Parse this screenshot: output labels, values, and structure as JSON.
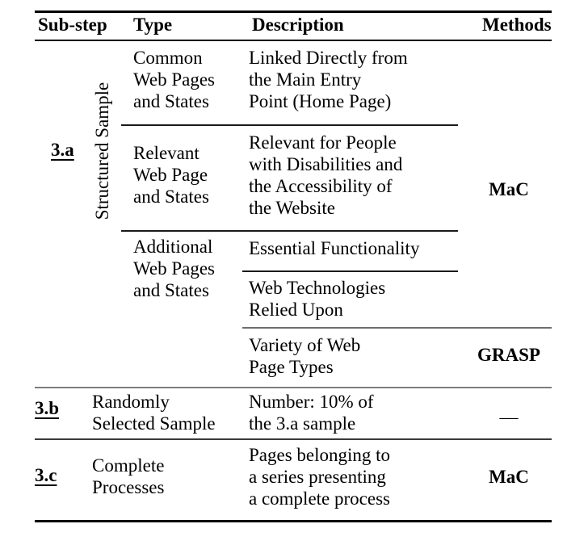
{
  "header": {
    "substep": "Sub-step",
    "type": "Type",
    "description": "Description",
    "methods": "Methods"
  },
  "section_3a": {
    "substep": "3.a",
    "group_label": "Structured Sample",
    "rows": [
      {
        "type": "Common\nWeb Pages\nand States",
        "description": "Linked Directly from\nthe Main Entry\nPoint (Home Page)"
      },
      {
        "type": "Relevant\nWeb Page\nand States",
        "description": "Relevant for People\nwith Disabilities and\nthe Accessibility of\nthe Website",
        "methods": "MaC"
      },
      {
        "type": "Additional\nWeb Pages\nand States",
        "descriptions": [
          "Essential Functionality",
          "Web Technologies\nRelied Upon",
          "Variety of Web\nPage Types"
        ],
        "methods": "GRASP"
      }
    ]
  },
  "section_3b": {
    "substep": "3.b",
    "type": "Randomly\nSelected Sample",
    "description": "Number: 10% of\nthe 3.a sample",
    "methods": "—"
  },
  "section_3c": {
    "substep": "3.c",
    "type": "Complete\nProcesses",
    "description": "Pages belonging to\na series presenting\na complete process",
    "methods": "MaC"
  },
  "colors": {
    "text": "#000000",
    "thick_rule": "#000000",
    "thin_rule": "#1a1a1a",
    "gray_rule": "#7d7d7d"
  }
}
